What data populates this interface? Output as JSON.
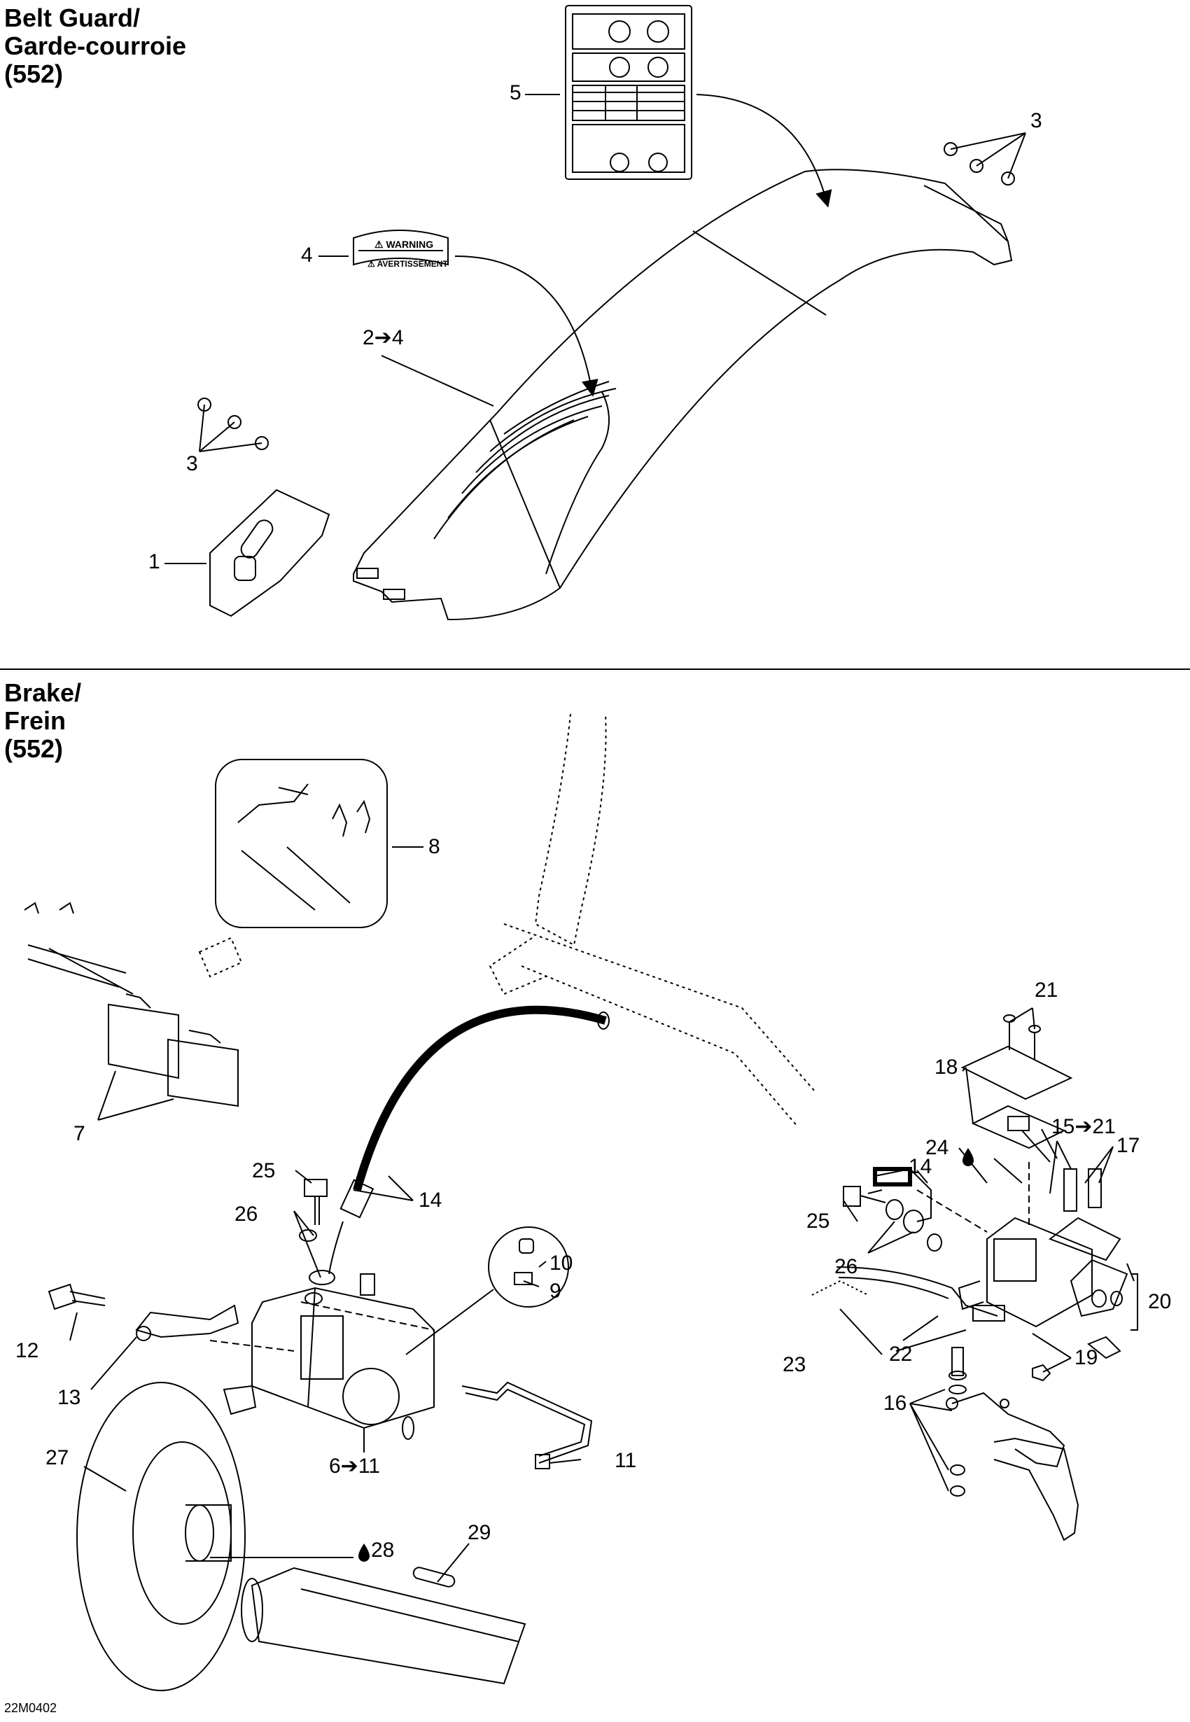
{
  "sections": {
    "belt_guard": {
      "title_en": "Belt Guard/",
      "title_fr": "Garde-courroie",
      "model": "(552)"
    },
    "brake": {
      "title_en": "Brake/",
      "title_fr": "Frein",
      "model": "(552)"
    }
  },
  "callouts": {
    "c1": "1",
    "c2to4": "2➔4",
    "c3a": "3",
    "c3b": "3",
    "c4": "4",
    "c5": "5",
    "c6to11": "6➔11",
    "c7": "7",
    "c8": "8",
    "c9": "9",
    "c10": "10",
    "c11": "11",
    "c12": "12",
    "c13": "13",
    "c14a": "14",
    "c14b": "14",
    "c15to21": "15➔21",
    "c16": "16",
    "c17": "17",
    "c18": "18",
    "c19": "19",
    "c20": "20",
    "c21": "21",
    "c22": "22",
    "c23": "23",
    "c24": "24",
    "c25a": "25",
    "c25b": "25",
    "c26a": "26",
    "c26b": "26",
    "c27": "27",
    "c28": "28",
    "c29": "29"
  },
  "labels": {
    "warning": "⚠ WARNING",
    "avertissement": "⚠ AVERTISSEMENT"
  },
  "footer_code": "22M0402"
}
